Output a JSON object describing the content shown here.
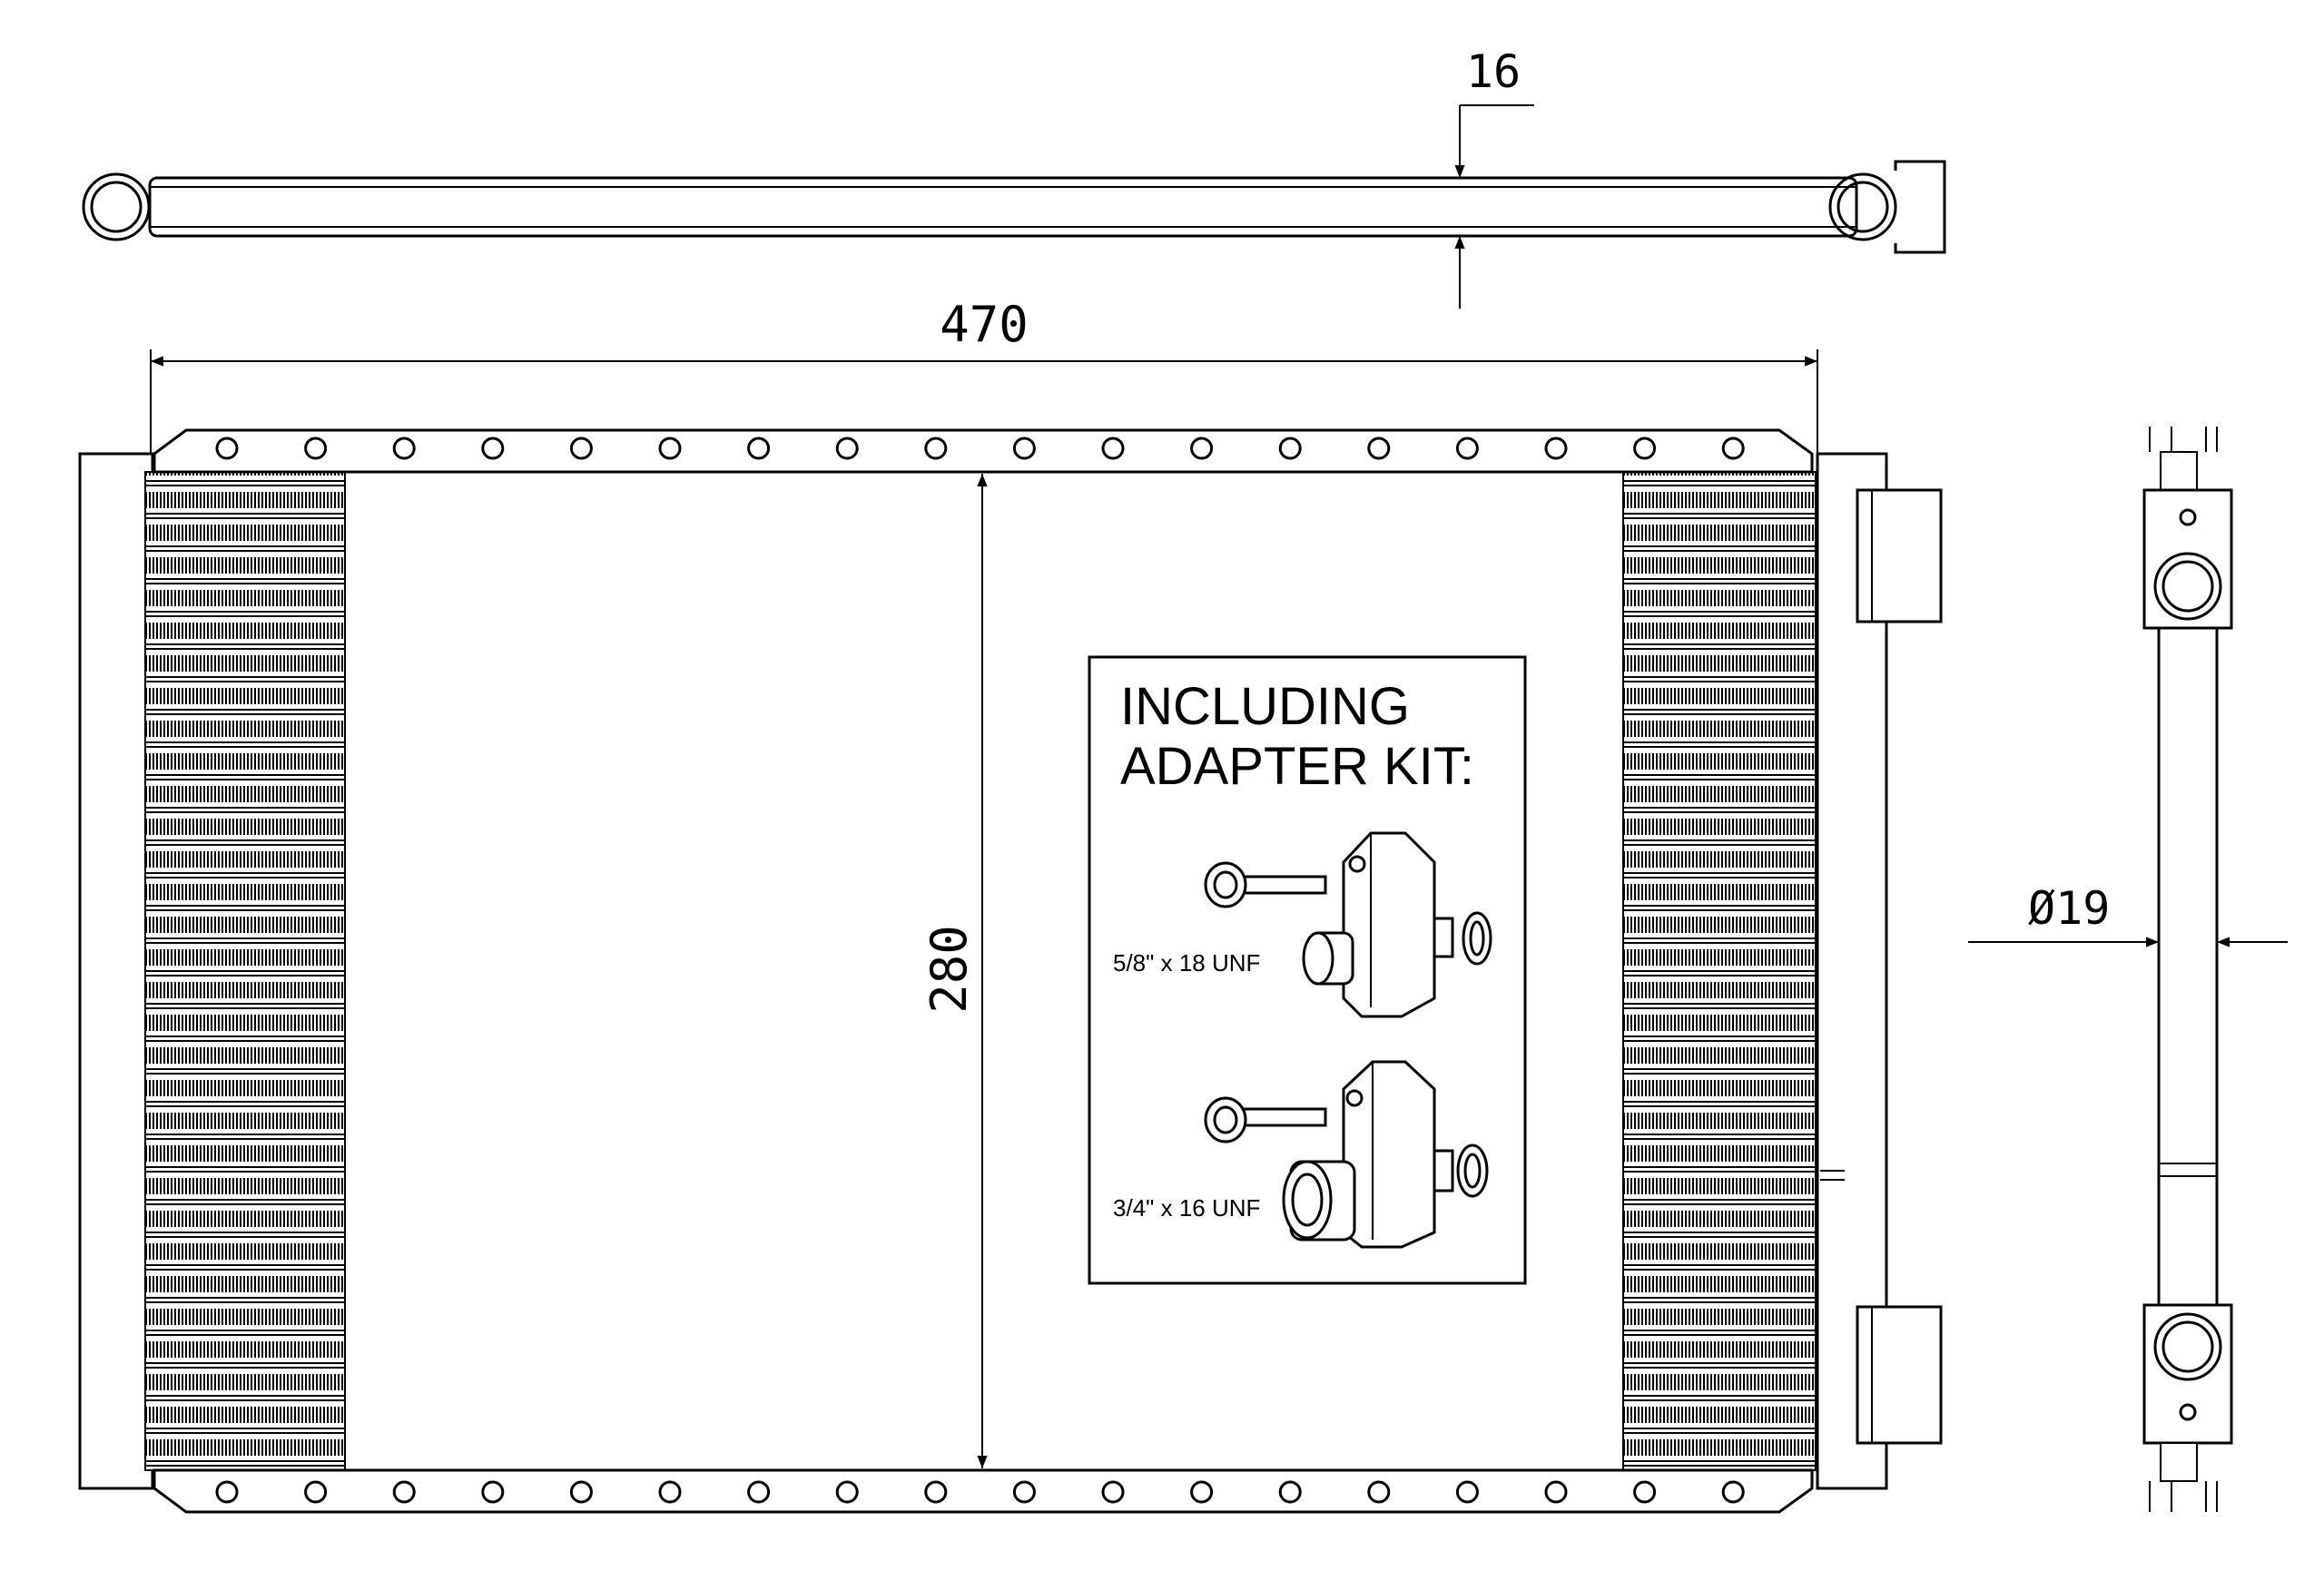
{
  "diagram": {
    "dimensions": {
      "thickness": "16",
      "width": "470",
      "height": "280",
      "diameter": "Ø19"
    },
    "kit": {
      "title_line1": "INCLUDING",
      "title_line2": "ADAPTER KIT:",
      "fittings": [
        {
          "label": "5/8\" x 18 UNF"
        },
        {
          "label": "3/4\" x 16 UNF"
        }
      ]
    }
  }
}
